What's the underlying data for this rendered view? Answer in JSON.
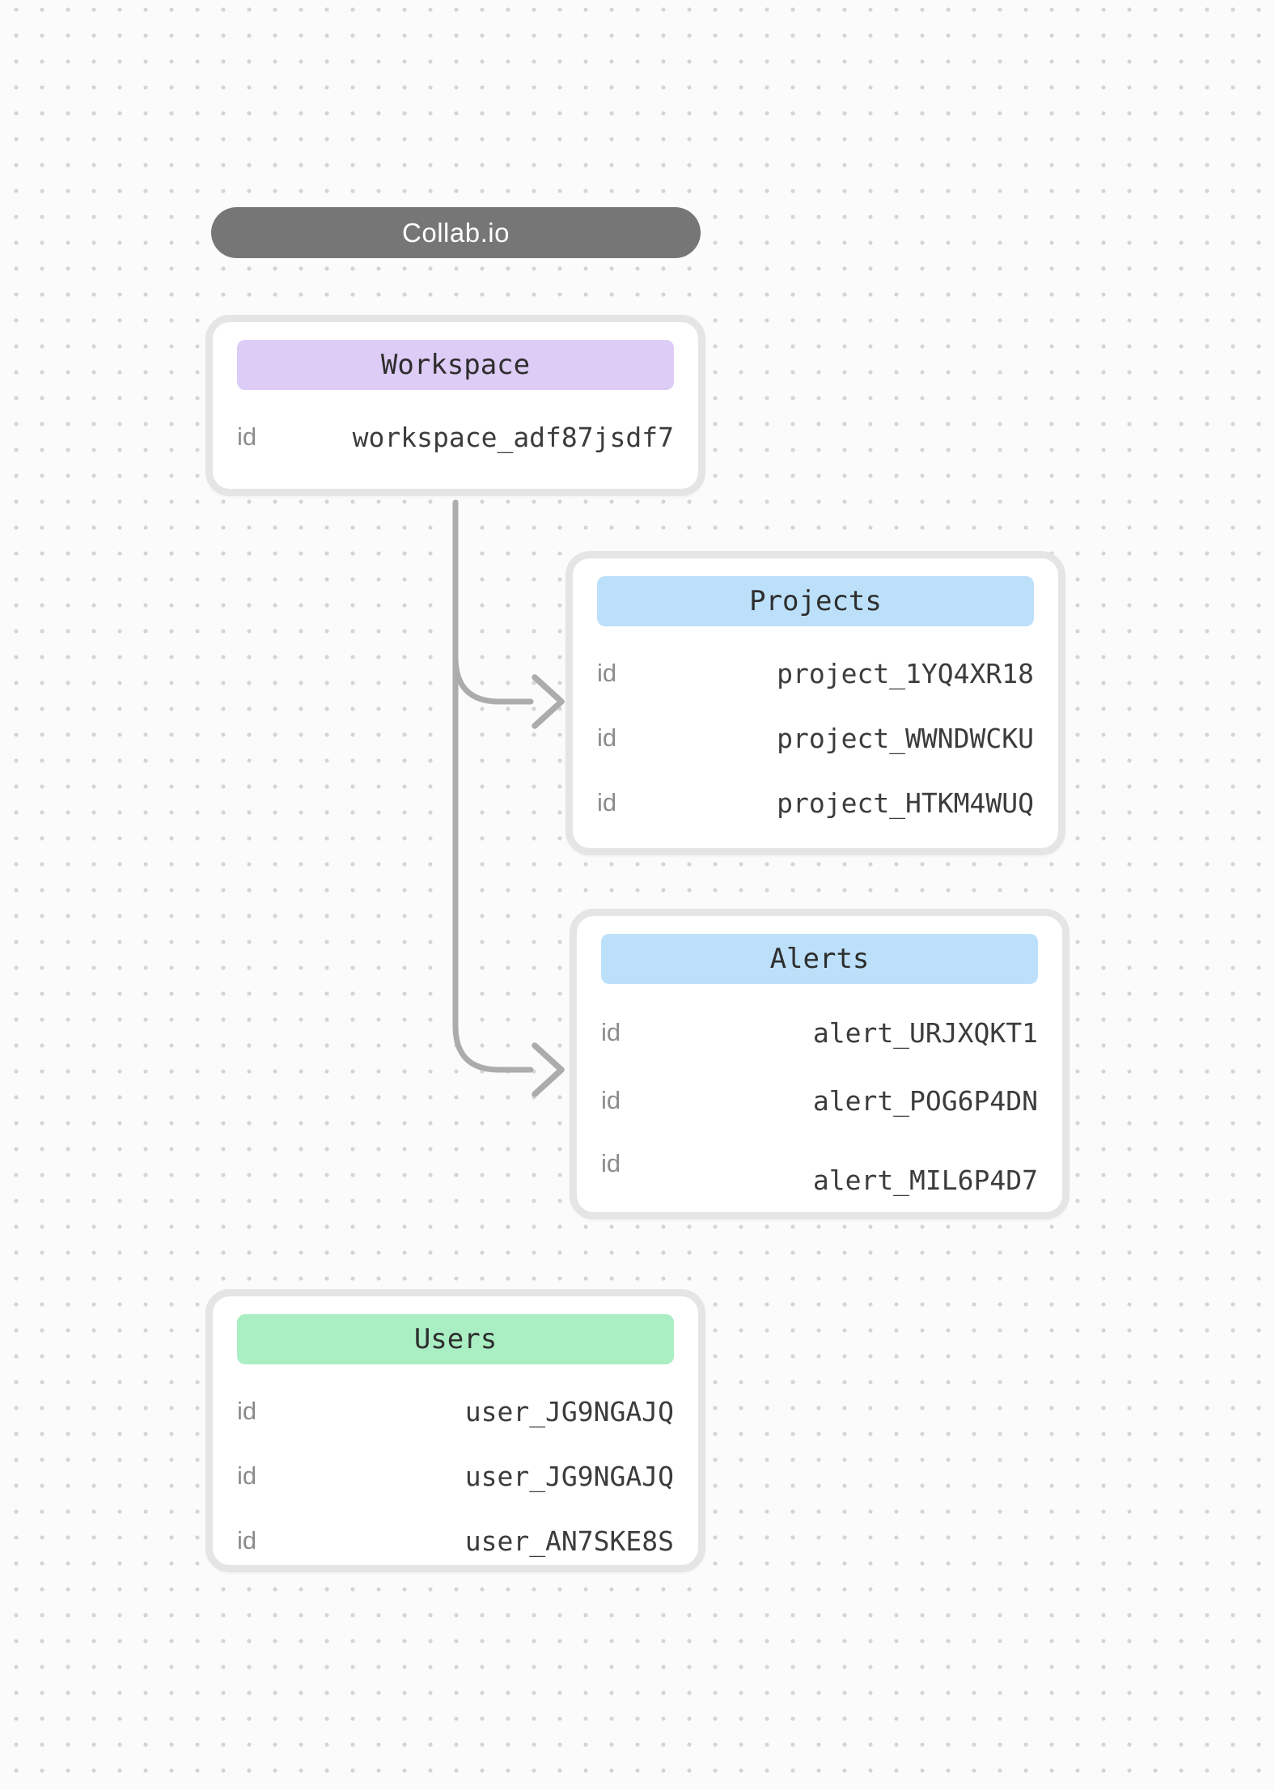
{
  "diagram": {
    "app_title": "Collab.io",
    "nodes": [
      {
        "key": "workspace",
        "title": "Workspace",
        "accent": "#ddccf6",
        "rows": [
          {
            "key": "id",
            "value": "workspace_adf87jsdf7"
          }
        ]
      },
      {
        "key": "projects",
        "title": "Projects",
        "accent": "#bce0fa",
        "rows": [
          {
            "key": "id",
            "value": "project_1YQ4XR18"
          },
          {
            "key": "id",
            "value": "project_WWNDWCKU"
          },
          {
            "key": "id",
            "value": "project_HTKM4WUQ"
          }
        ]
      },
      {
        "key": "alerts",
        "title": "Alerts",
        "accent": "#bce0fa",
        "rows": [
          {
            "key": "id",
            "value": "alert_URJXQKT1"
          },
          {
            "key": "id",
            "value": "alert_POG6P4DN"
          },
          {
            "key": "id",
            "value": "alert_MIL6P4D7"
          }
        ]
      },
      {
        "key": "users",
        "title": "Users",
        "accent": "#aaeec3",
        "rows": [
          {
            "key": "id",
            "value": "user_JG9NGAJQ"
          },
          {
            "key": "id",
            "value": "user_JG9NGAJQ"
          },
          {
            "key": "id",
            "value": "user_AN7SKE8S"
          }
        ]
      }
    ],
    "edges": [
      {
        "from": "Workspace",
        "to": "Projects"
      },
      {
        "from": "Workspace",
        "to": "Alerts"
      }
    ],
    "colors": {
      "pill_bg": "#767676",
      "pill_text": "#ffffff",
      "connector": "#acacac",
      "card_border": "#e5e5e5",
      "card_bg": "#ffffff",
      "header_text": "#2e2e2e",
      "key_text": "#8c8c8c",
      "value_text": "#3c3c3c",
      "background": "#fbfbfb",
      "dot": "#d5d5d5"
    }
  }
}
